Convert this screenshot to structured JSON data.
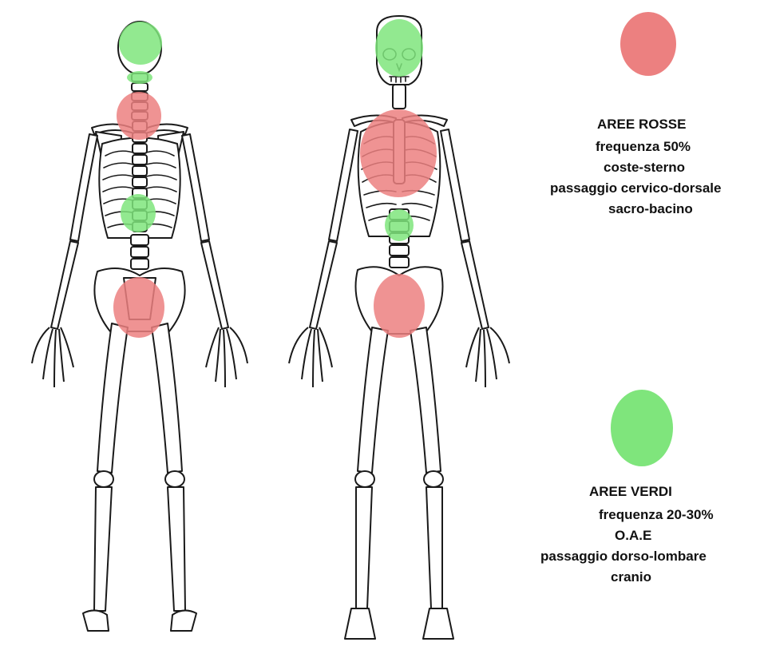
{
  "colors": {
    "red_area": "#ec8080",
    "green_area": "#7fe57c",
    "bone_stroke": "#1a1a1a",
    "bone_fill": "#ffffff",
    "text": "#111111"
  },
  "legend": {
    "red": {
      "title": "AREE ROSSE",
      "frequency": "frequenza  50%",
      "line1": "coste-sterno",
      "line2": "passaggio cervico-dorsale",
      "line3": "sacro-bacino"
    },
    "green": {
      "title": "AREE VERDI",
      "frequency": "frequenza 20-30%",
      "line1": "O.A.E",
      "line2": "passaggio dorso-lombare",
      "line3": "cranio"
    }
  },
  "figures": [
    {
      "view": "posterior",
      "highlights": [
        "cranio-green",
        "cervico-dorsale-red",
        "dorso-lombare-green",
        "sacro-bacino-red"
      ]
    },
    {
      "view": "anterior",
      "highlights": [
        "cranio-green",
        "coste-sterno-red",
        "dorso-lombare-green",
        "sacro-bacino-red"
      ]
    }
  ]
}
